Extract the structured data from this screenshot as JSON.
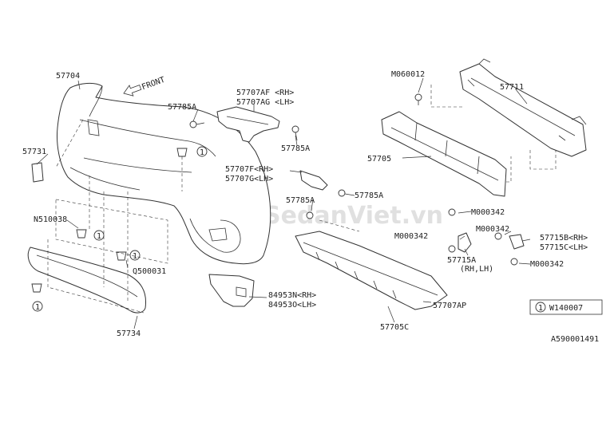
{
  "watermark": "SedanViet.vn",
  "direction_label": "FRONT",
  "diagram_code": "A590001491",
  "legend": {
    "symbol": "1",
    "code": "W140007"
  },
  "part_labels": {
    "p57704": "57704",
    "p57731": "57731",
    "n510038": "N510038",
    "p57785a_1": "57785A",
    "p57707af": "57707AF <RH>",
    "p57707ag": "57707AG <LH>",
    "p57785a_2": "57785A",
    "p57707f": "57707F<RH>",
    "p57707g": "57707G<LH>",
    "p57785a_3": "57785A",
    "p57785a_4": "57785A",
    "m060012": "M060012",
    "p57711": "57711",
    "p57705": "57705",
    "m000342_1": "M000342",
    "m000342_2": "M000342",
    "m000342_3": "M000342",
    "m000342_4": "M000342",
    "p57715b": "57715B<RH>",
    "p57715c": "57715C<LH>",
    "p57715a": "57715A",
    "p57715a_sub": "(RH,LH)",
    "q500031": "Q500031",
    "p84953n": "84953N<RH>",
    "p84953o": "84953O<LH>",
    "p57734": "57734",
    "p57705c": "57705C",
    "p57707ap": "57707AP"
  },
  "callout_symbol": "1"
}
